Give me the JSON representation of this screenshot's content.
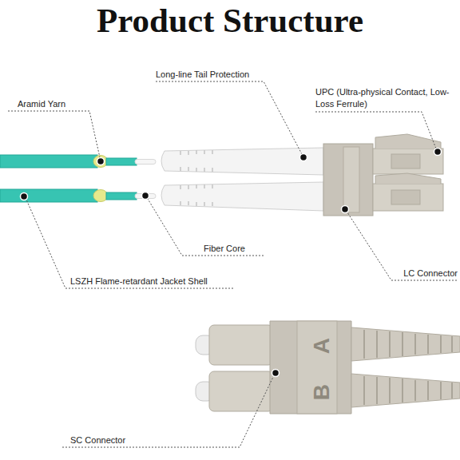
{
  "diagram": {
    "title": "Product Structure",
    "labels": [
      "Long-line Tail Protection",
      "UPC (Ultra-physical Contact, Low-Loss Ferrule)",
      "Aramid Yarn",
      "Fiber Core",
      "LC Connector",
      "LSZH Flame-retardant Jacket Shell",
      "A",
      "B",
      "SC Connector"
    ]
  }
}
